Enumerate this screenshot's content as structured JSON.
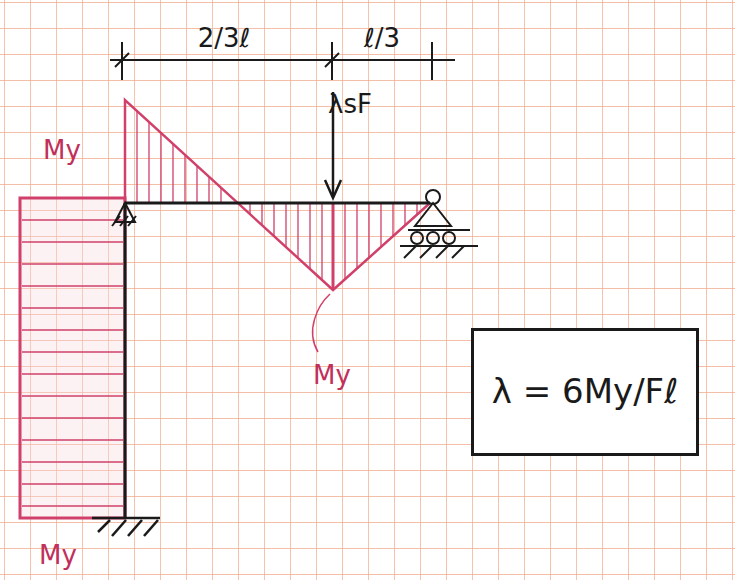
{
  "diagram": {
    "nodes": [
      {
        "text": [
          "λ = 6My/Fℓ"
        ]
      }
    ],
    "labels": [
      "2/3ℓ",
      "ℓ/3",
      "λsF",
      "My",
      "My",
      "My"
    ]
  }
}
